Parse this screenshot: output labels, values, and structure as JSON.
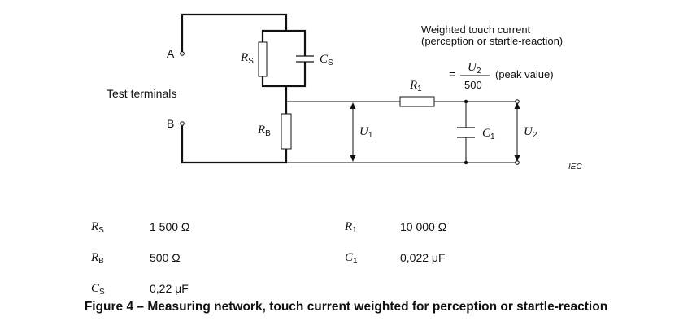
{
  "diagram": {
    "terminal_a": "A",
    "terminal_b": "B",
    "terminals_label": "Test terminals",
    "rs_symbol": "R",
    "rs_sub": "S",
    "cs_symbol": "C",
    "cs_sub": "S",
    "rb_symbol": "R",
    "rb_sub": "B",
    "r1_symbol": "R",
    "r1_sub": "1",
    "c1_symbol": "C",
    "c1_sub": "1",
    "u1_symbol": "U",
    "u1_sub": "1",
    "u2_symbol": "U",
    "u2_sub": "2",
    "weighted_line1": "Weighted touch current",
    "weighted_line2": "(perception or startle-reaction)",
    "equals": "=",
    "numerator_symbol": "U",
    "numerator_sub": "2",
    "denominator": "500",
    "peak_value": "(peak value)",
    "iec_mark": "IEC"
  },
  "values": {
    "rs": {
      "symbol": "R",
      "sub": "S",
      "value": "1 500 Ω"
    },
    "rb": {
      "symbol": "R",
      "sub": "B",
      "value": "500 Ω"
    },
    "cs": {
      "symbol": "C",
      "sub": "S",
      "value": "0,22 μF"
    },
    "r1": {
      "symbol": "R",
      "sub": "1",
      "value": "10 000 Ω"
    },
    "c1": {
      "symbol": "C",
      "sub": "1",
      "value": "0,022 μF"
    }
  },
  "caption": "Figure 4 – Measuring network, touch current weighted for perception or startle-reaction"
}
